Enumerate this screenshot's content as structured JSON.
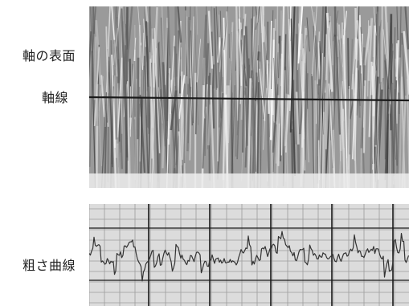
{
  "labels": {
    "shaft_surface": "軸の表面",
    "axis_line": "軸線",
    "roughness_curve": "粗さ曲線"
  },
  "colors": {
    "surface_base": "#9a9a9a",
    "axis_line": "#1a1a1a",
    "grid_major": "#1a1a1a",
    "grid_minor": "#9c9c9c",
    "trace": "#333333",
    "trace_background": "#dcdcdc"
  }
}
